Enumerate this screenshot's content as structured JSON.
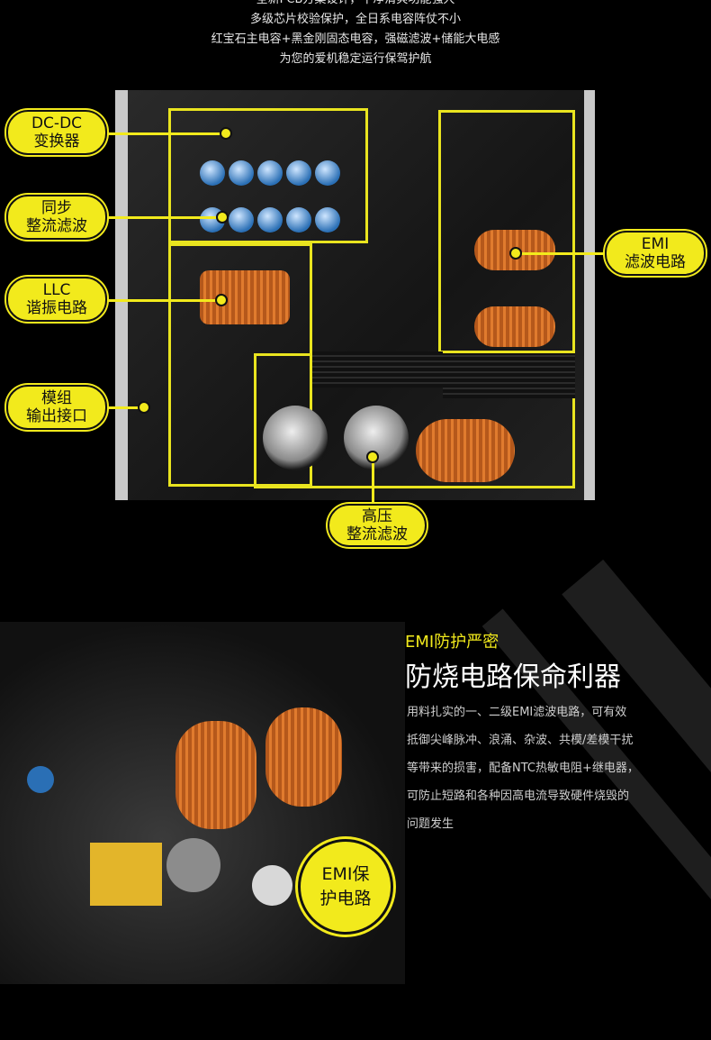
{
  "intro": {
    "lines": [
      "全新PCB方案设计，干净清爽功能强大",
      "多级芯片校验保护，全日系电容阵仗不小",
      "红宝石主电容+黑金刚固态电容，强磁滤波+储能大电感",
      "为您的爱机稳定运行保驾护航"
    ]
  },
  "callouts": {
    "dcdc": [
      "DC-DC",
      "变换器"
    ],
    "sync": [
      "同步",
      "整流滤波"
    ],
    "llc": [
      "LLC",
      "谐振电路"
    ],
    "module": [
      "模组",
      "输出接口"
    ],
    "emi": [
      "EMI",
      "滤波电路"
    ],
    "hv": [
      "高压",
      "整流滤波"
    ]
  },
  "emi_section": {
    "subtitle": "EMI防护严密",
    "title": "防烧电路保命利器",
    "body": [
      "用料扎实的一、二级EMI滤波电路，可有效",
      "抵御尖峰脉冲、浪涌、杂波、共模/差模干扰",
      "等带来的损害，配备NTC热敏电阻+继电器，",
      "可防止短路和各种因高电流导致硬件烧毁的",
      "问题发生"
    ],
    "badge": [
      "EMI保",
      "护电路"
    ]
  },
  "colors": {
    "accent": "#f2ea1c",
    "background": "#000000"
  }
}
